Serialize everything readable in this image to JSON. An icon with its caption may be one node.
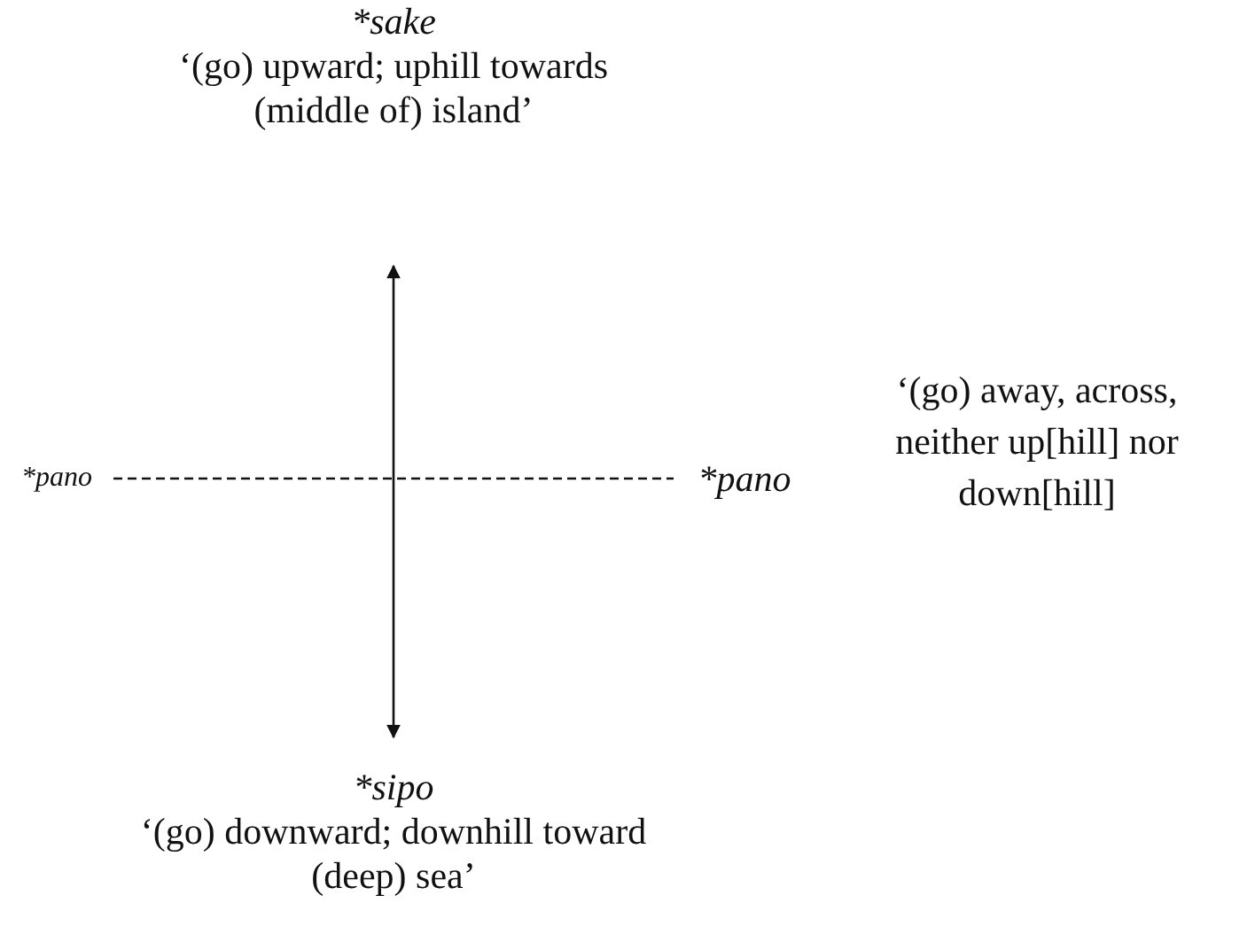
{
  "diagram": {
    "nodes": [
      {
        "text": [
          "*sake",
          "‘(go) upward; uphill towards (middle of) island’"
        ]
      },
      {
        "text": [
          "*sipo",
          "‘(go) downward; downhill toward (deep) sea’"
        ]
      },
      {
        "text": [
          "*pano"
        ]
      },
      {
        "text": [
          "*pano"
        ]
      }
    ],
    "edges": [
      {
        "from": 0,
        "to": 1,
        "arrow": "both"
      },
      {
        "from": 2,
        "to": 3,
        "arrow": "none",
        "style": "dashed"
      }
    ],
    "labels": [
      "‘(go) away, across, neither up[hill] nor down[hill]"
    ]
  }
}
